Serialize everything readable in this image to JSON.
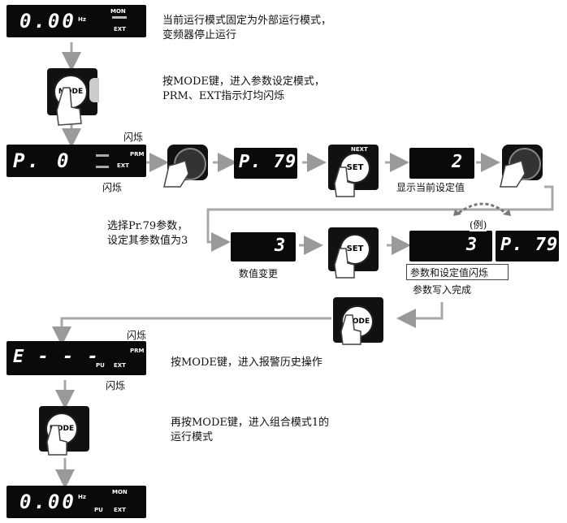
{
  "steps": {
    "s1_text_l1": "当前运行模式固定为外部运行模式，",
    "s1_text_l2": "变频器停止运行",
    "s2_text_l1": "按MODE键，进入参数设定模式，",
    "s2_text_l2": "PRM、EXT指示灯均闪烁",
    "s3_text_l1": "选择Pr.79参数，",
    "s3_text_l2": "设定其参数值为3",
    "s4_text": "按MODE键，进入报警历史操作",
    "s5_text_l1": "再按MODE键，进入组合模式1的",
    "s5_text_l2": "运行模式"
  },
  "displays": {
    "zero": "0.00",
    "p0_p": "P.",
    "p0_val": "0",
    "p79": "P. 79",
    "val2": "2",
    "val3": "3",
    "error": "E - - -"
  },
  "indicators": {
    "hz": "Hz",
    "mon": "MON",
    "prm": "PRM",
    "pu": "PU",
    "ext": "EXT"
  },
  "labels": {
    "flash_top": "闪烁",
    "flash_bottom": "闪烁",
    "show_value": "显示当前设定值",
    "value_change": "数值变更",
    "example": "(例)",
    "param_flash": "参数和设定值闪烁",
    "param_write": "参数写入完成",
    "flash_top2": "闪烁",
    "flash_bottom2": "闪烁"
  },
  "keys": {
    "mode": "MODE",
    "set": "SET",
    "next": "NEXT"
  },
  "colors": {
    "display_bg": "#0a0a0a",
    "arrow": "#9a9a9a",
    "segment": "#ffffff"
  }
}
